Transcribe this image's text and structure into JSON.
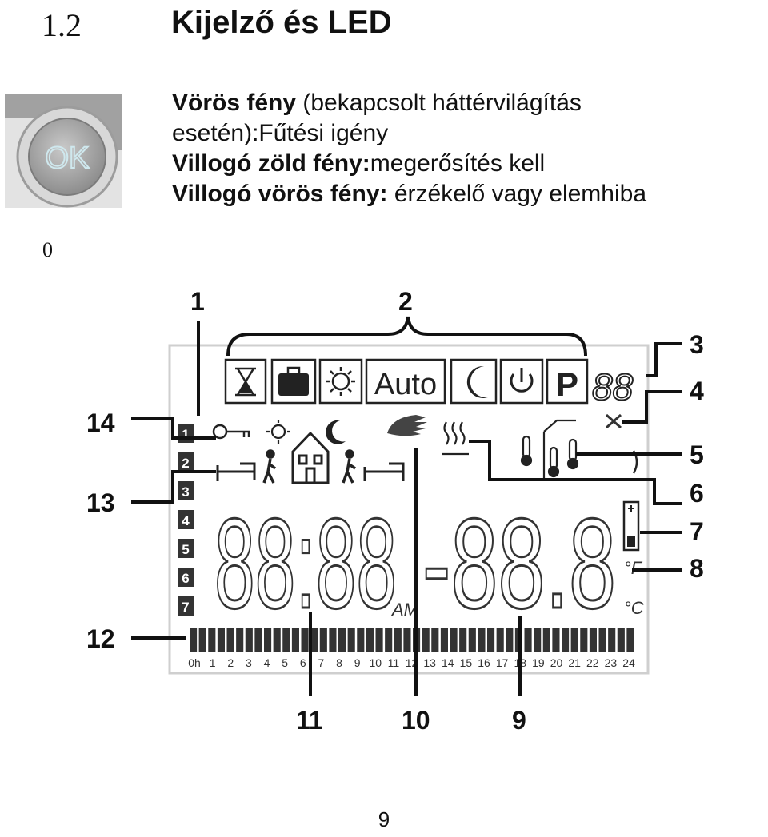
{
  "section": {
    "number": "1.2",
    "title": "Kijelző és LED"
  },
  "led_descriptions": [
    {
      "bold": "Vörös fény",
      "normal": " (bekapcsolt háttérvilágítás"
    },
    {
      "bold": "",
      "normal": "esetén):Fűtési igény"
    },
    {
      "bold": "Villogó zöld fény:",
      "normal": "megerősítés kell"
    },
    {
      "bold": "Villogó vörös fény:",
      "normal": " érzékelő vagy elemhiba"
    }
  ],
  "ok_button": {
    "label": "OK",
    "caption": "0"
  },
  "callouts": [
    "1",
    "2",
    "3",
    "4",
    "5",
    "6",
    "7",
    "8",
    "9",
    "10",
    "11",
    "12",
    "13",
    "14"
  ],
  "lcd": {
    "mode_auto": "Auto",
    "mode_p": "P",
    "small_digits": "88",
    "main_digits": "88:88",
    "am": "AM",
    "temp_digits": "-88.8",
    "unit_f": "°F",
    "unit_c": "°C",
    "zones": [
      "1",
      "2",
      "3",
      "4",
      "5",
      "6",
      "7"
    ],
    "hour_scale": [
      "0h",
      "1",
      "2",
      "3",
      "4",
      "5",
      "6",
      "7",
      "8",
      "9",
      "10",
      "11",
      "12",
      "13",
      "14",
      "15",
      "16",
      "17",
      "18",
      "19",
      "20",
      "21",
      "22",
      "23",
      "24"
    ]
  },
  "page_number": "9"
}
